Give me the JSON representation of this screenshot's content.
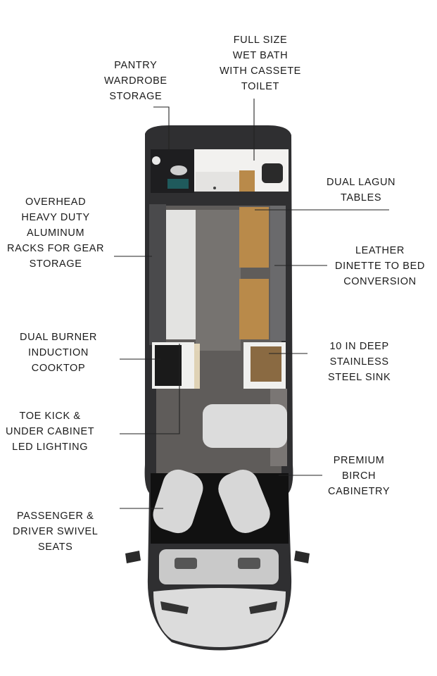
{
  "callouts": [
    {
      "id": "pantry",
      "lines": [
        "PANTRY",
        "WARDROBE",
        "STORAGE"
      ]
    },
    {
      "id": "bath",
      "lines": [
        "FULL SIZE",
        "WET BATH",
        "WITH CASSETE",
        "TOILET"
      ]
    },
    {
      "id": "racks",
      "lines": [
        "OVERHEAD",
        "HEAVY DUTY",
        "ALUMINUM",
        "RACKS FOR GEAR",
        "STORAGE"
      ]
    },
    {
      "id": "tables",
      "lines": [
        "DUAL LAGUN",
        "TABLES"
      ]
    },
    {
      "id": "dinette",
      "lines": [
        "LEATHER",
        "DINETTE TO BED",
        "CONVERSION"
      ]
    },
    {
      "id": "cooktop",
      "lines": [
        "DUAL BURNER",
        "INDUCTION",
        "COOKTOP"
      ]
    },
    {
      "id": "sink",
      "lines": [
        "10 IN DEEP",
        "STAINLESS",
        "STEEL SINK"
      ]
    },
    {
      "id": "led",
      "lines": [
        "TOE KICK &",
        "UNDER CABINET",
        "LED LIGHTING"
      ]
    },
    {
      "id": "cabinetry",
      "lines": [
        "PREMIUM",
        "BIRCH",
        "CABINETRY"
      ]
    },
    {
      "id": "seats",
      "lines": [
        "PASSENGER &",
        "DRIVER SWIVEL",
        "SEATS"
      ]
    }
  ],
  "colors": {
    "text": "#1b1b1b",
    "body": "#2f2f31",
    "floor": "#5e5b59",
    "birch": "#b98a4a",
    "seat": "#d9d9d9"
  }
}
